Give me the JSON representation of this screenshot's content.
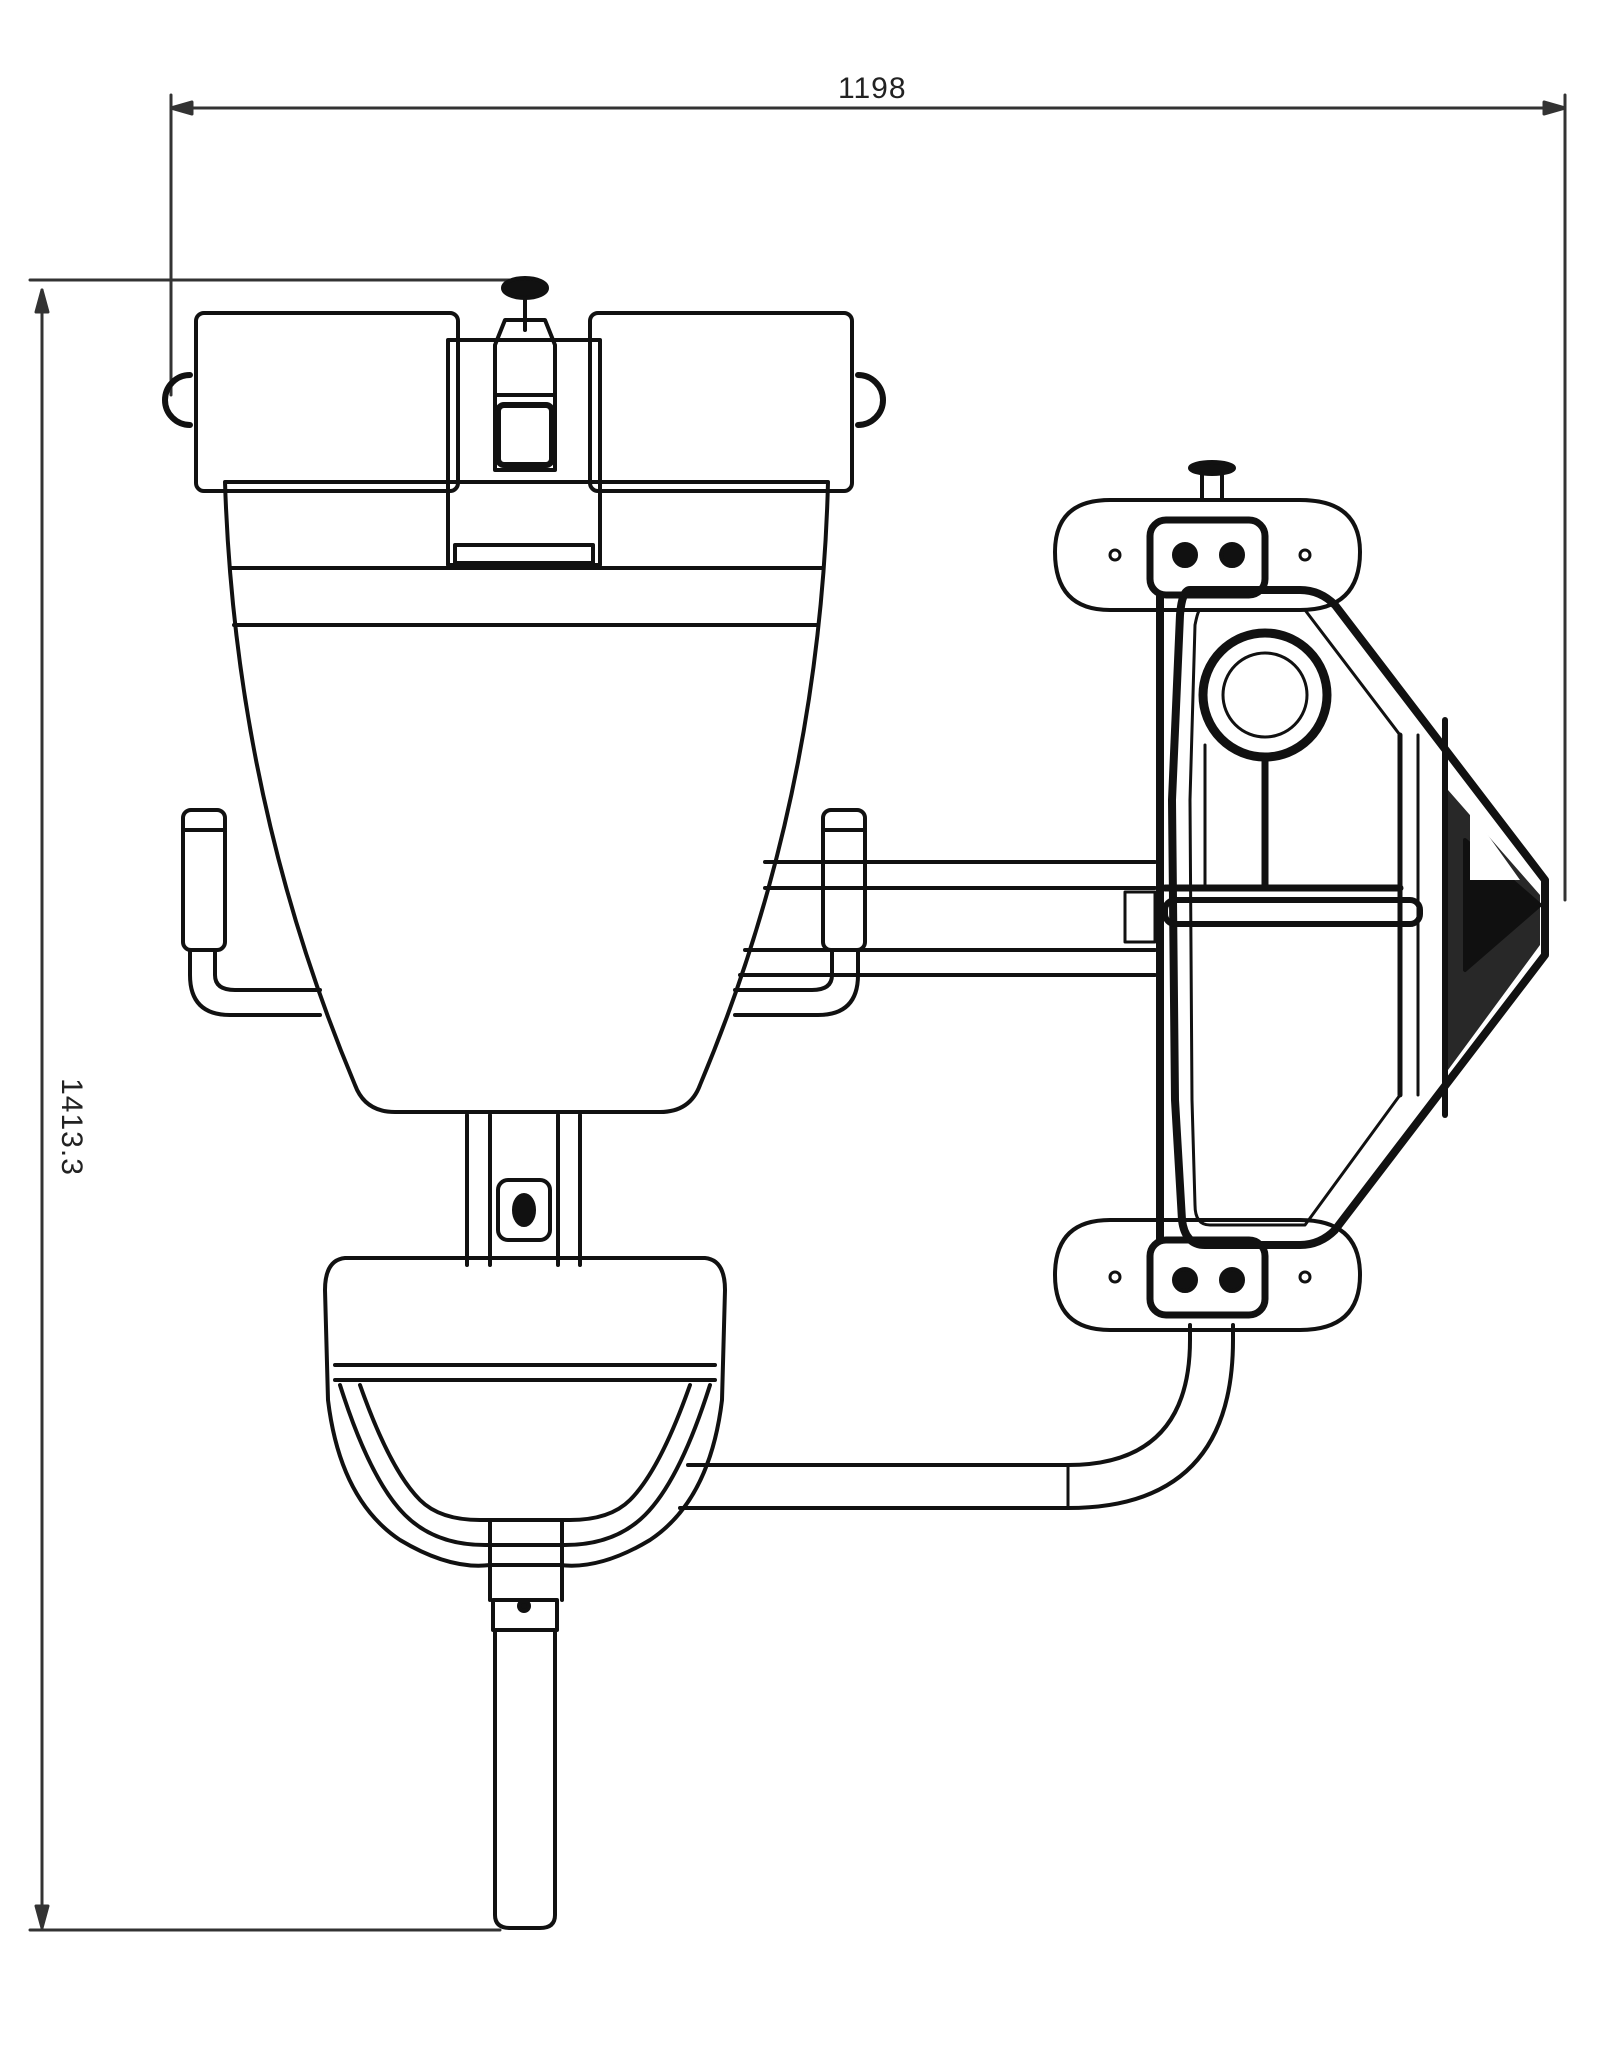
{
  "drawing": {
    "view": "top view",
    "subject": "weight bench with leg/arm attachment and plate-loaded unit",
    "dimensions": {
      "width": {
        "label": "1198",
        "orientation": "horizontal"
      },
      "length": {
        "label": "1413.3",
        "orientation": "vertical"
      }
    },
    "components": [
      {
        "name": "leg rollers",
        "count": 2
      },
      {
        "name": "adjustment pin",
        "count": 2
      },
      {
        "name": "back pad"
      },
      {
        "name": "hand grips",
        "count": 2
      },
      {
        "name": "seat pad"
      },
      {
        "name": "main post"
      },
      {
        "name": "weight plate holder"
      },
      {
        "name": "connecting tube"
      }
    ],
    "colors": {
      "line": "#111111",
      "background": "#ffffff",
      "dimension": "#333333"
    }
  }
}
